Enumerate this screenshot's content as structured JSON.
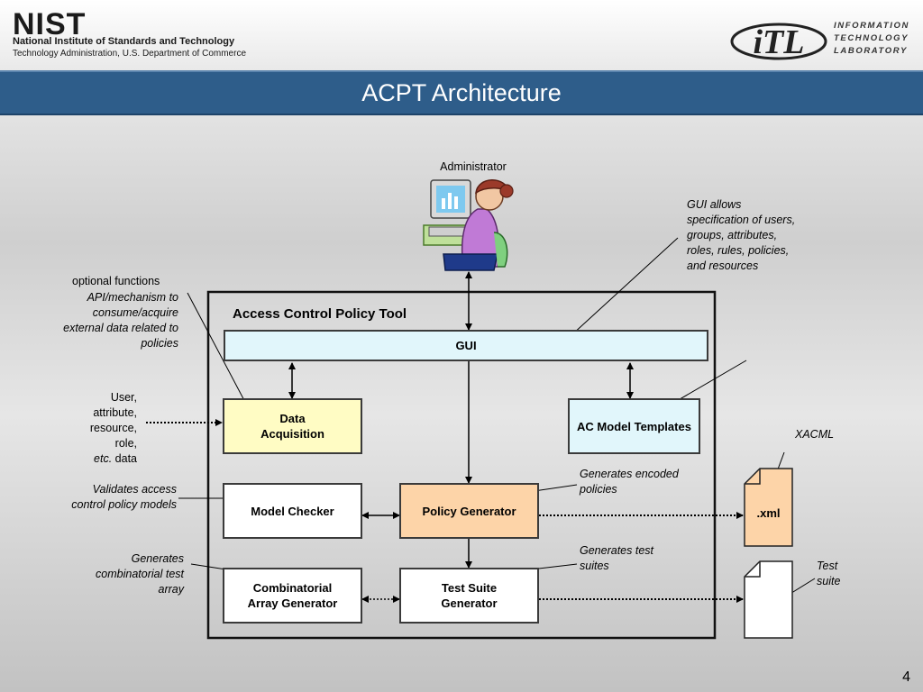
{
  "header": {
    "org_logo_text": "NIST",
    "org_name": "National Institute of Standards and Technology",
    "org_subtitle": "Technology Administration, U.S. Department of Commerce",
    "lab_logo_text": "iTL",
    "lab_name": [
      "INFORMATION",
      "TECHNOLOGY",
      "LABORATORY"
    ]
  },
  "title": "ACPT Architecture",
  "diagram": {
    "actor_label": "Administrator",
    "tool_title": "Access Control Policy Tool",
    "nodes": {
      "gui": "GUI",
      "data_acquisition": [
        "Data",
        "Acquisition"
      ],
      "ac_model_templates": "AC Model Templates",
      "model_checker": "Model Checker",
      "policy_generator": "Policy Generator",
      "combinatorial_array_generator": [
        "Combinatorial",
        "Array Generator"
      ],
      "test_suite_generator": [
        "Test Suite",
        "Generator"
      ],
      "xml_doc": ".xml"
    },
    "annotations": {
      "gui_note": [
        "GUI allows",
        "specification of users,",
        "groups, attributes,",
        "roles, rules, policies,",
        "and resources"
      ],
      "optional_functions": "optional functions",
      "api_note": [
        "API/mechanism to",
        "consume/acquire",
        "external data related to",
        "policies"
      ],
      "user_data": [
        "User,",
        "attribute,",
        "resource,",
        "role,"
      ],
      "user_data_last_italic": "etc.",
      "user_data_last_plain": " data",
      "xacml": "XACML",
      "encoded_note": [
        "Generates encoded",
        "policies"
      ],
      "validates_note": [
        "Validates access",
        "control policy models"
      ],
      "test_suites_note": [
        "Generates test",
        "suites"
      ],
      "combinatorial_note": [
        "Generates",
        "combinatorial test",
        "array"
      ],
      "test_suite_label": [
        "Test",
        "suite"
      ]
    },
    "colors": {
      "gui_fill": "#e1f6fb",
      "data_acquisition_fill": "#fffcc4",
      "ac_model_fill": "#e1f6fb",
      "policy_generator_fill": "#fdd4a8",
      "xml_fill": "#fdd4a8",
      "white_fill": "#ffffff",
      "title_bar": "#2e5d8a"
    }
  },
  "page_number": "4"
}
